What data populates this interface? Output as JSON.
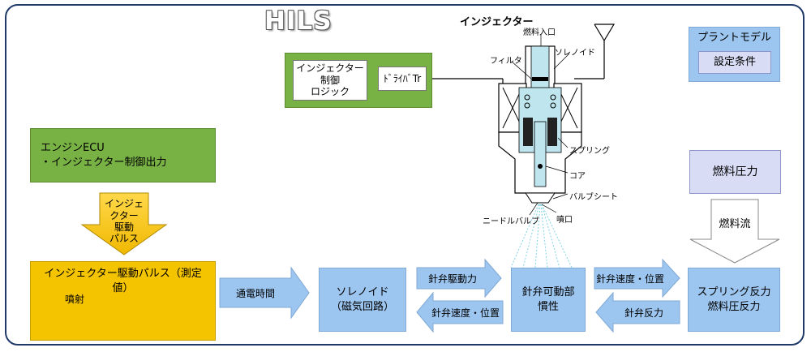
{
  "title": "HILS",
  "injector_title": "インジェクター",
  "injector_labels": {
    "fuel_inlet": "燃料入口",
    "filter": "フィルタ",
    "solenoid": "ソレノイド",
    "spring": "スプリング",
    "core": "コア",
    "valve_seat": "バルブシート",
    "needle_valve": "ニードルバルブ",
    "nozzle": "噴口"
  },
  "control_box": {
    "logic": "インジェクター\n制御\nロジック",
    "driver": "ﾄﾞﾗｲﾊﾞTr"
  },
  "plant_model": {
    "title": "プラントモデル",
    "settings": "設定条件"
  },
  "fuel_pressure": "燃料圧力",
  "fuel_flow": "燃料流",
  "engine_ecu": "エンジンECU\n・インジェクター制御出力",
  "drive_pulse_arrow": "インジェ\nクター\n駆動\nパルス",
  "pulse_box": {
    "title": "インジェクター駆動パルス（測定値）",
    "injection": "噴射"
  },
  "energize_time": "通電時間",
  "solenoid_box": "ソレノイド\n（磁気回路）",
  "needle_drive_force": "針弁駆動力",
  "needle_speed_pos_left": "針弁速度・位置",
  "needle_moving_part": "針弁可動部\n慣性",
  "needle_speed_pos_right": "針弁速度・位置",
  "needle_reaction": "針弁反力",
  "spring_reaction": "スプリング反力\n燃料圧反力"
}
